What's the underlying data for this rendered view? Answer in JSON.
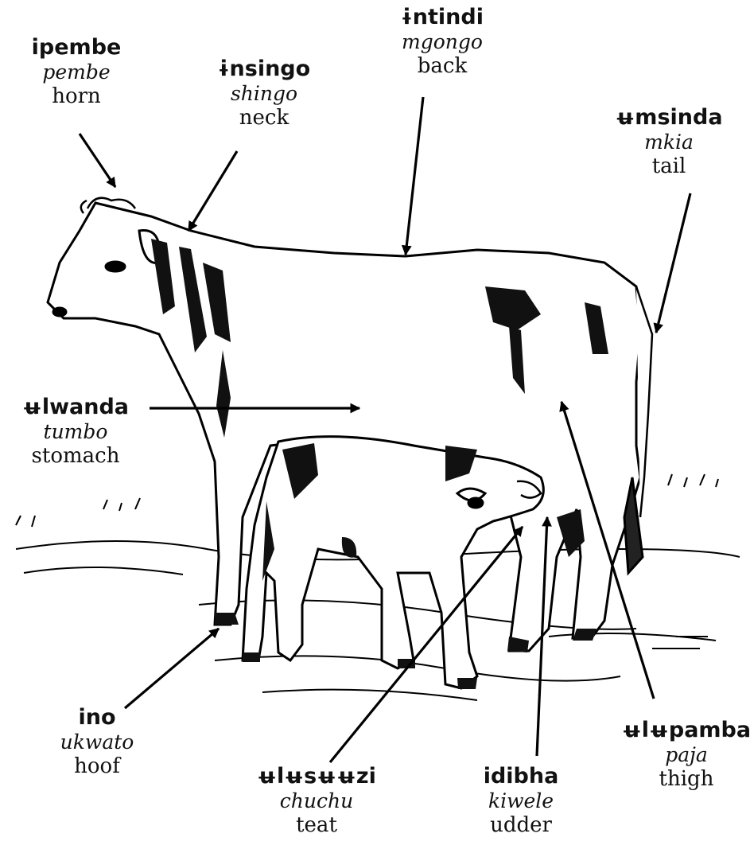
{
  "labels": [
    {
      "id": "horn",
      "local": "ipembe",
      "swahili": "pembe",
      "english": "horn"
    },
    {
      "id": "neck",
      "local": "ɨnsingo",
      "swahili": "shingo",
      "english": "neck"
    },
    {
      "id": "back",
      "local": "ɨntindi",
      "swahili": "mgongo",
      "english": "back"
    },
    {
      "id": "tail",
      "local": "ʉmsinda",
      "swahili": "mkia",
      "english": "tail"
    },
    {
      "id": "stomach",
      "local": "ʉlwanda",
      "swahili": "tumbo",
      "english": "stomach"
    },
    {
      "id": "hoof",
      "local": "ino",
      "swahili": "ukwato",
      "english": "hoof"
    },
    {
      "id": "teat",
      "local": "ʉlʉsʉʉzi",
      "swahili": "chuchu",
      "english": "teat"
    },
    {
      "id": "udder",
      "local": "idibha",
      "swahili": "kiwele",
      "english": "udder"
    },
    {
      "id": "thigh",
      "local": "ʉlʉpamba",
      "swahili": "paja",
      "english": "thigh"
    }
  ],
  "colors": {
    "ink": "#111111",
    "background": "#ffffff"
  }
}
